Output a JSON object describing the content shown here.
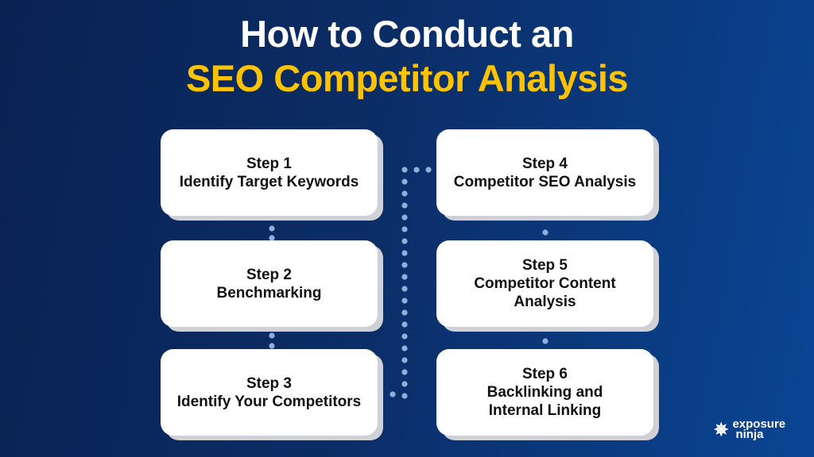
{
  "title": {
    "line1": "How to Conduct an",
    "line2": "SEO Competitor Analysis"
  },
  "steps": [
    {
      "step": "Step 1",
      "lines": [
        "Identify Target Keywords"
      ]
    },
    {
      "step": "Step 2",
      "lines": [
        "Benchmarking"
      ]
    },
    {
      "step": "Step 3",
      "lines": [
        "Identify Your Competitors"
      ]
    },
    {
      "step": "Step 4",
      "lines": [
        "Competitor SEO Analysis"
      ]
    },
    {
      "step": "Step 5",
      "lines": [
        "Competitor Content",
        "Analysis"
      ]
    },
    {
      "step": "Step 6",
      "lines": [
        "Backlinking and",
        "Internal Linking"
      ]
    }
  ],
  "logo": {
    "line1": "exposure",
    "line2": "ninja",
    "icon": "shuriken-star-icon"
  },
  "colors": {
    "accent": "#fdc300",
    "dots": "#8fb0d8"
  }
}
